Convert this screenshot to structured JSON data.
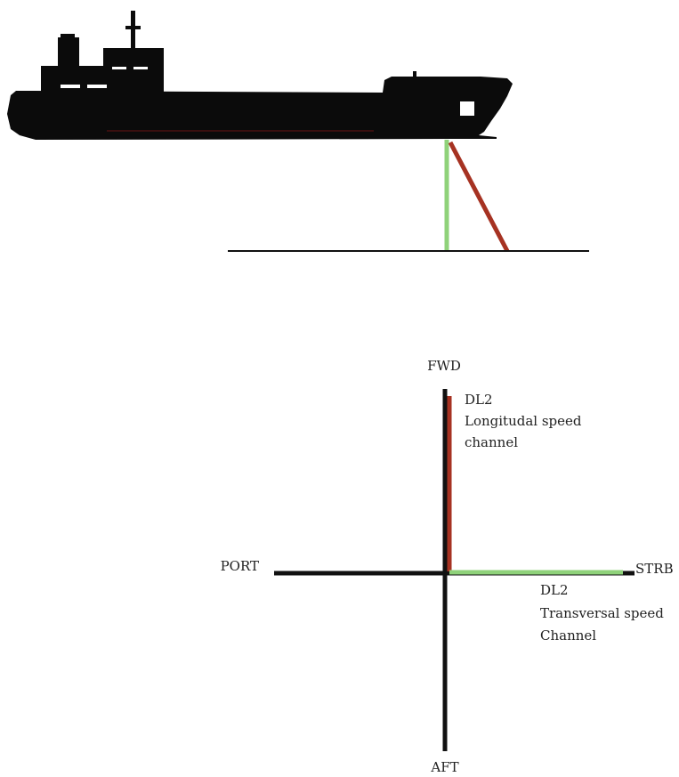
{
  "colors": {
    "ship": "#0b0b0b",
    "line": "#111111",
    "longitudinal_beam": "#a63222",
    "transversal_beam": "#8fd27a",
    "background": "#ffffff"
  },
  "labels": {
    "fwd": "FWD",
    "aft": "AFT",
    "port": "PORT",
    "strb": "STRB",
    "longitudinal": {
      "line1": "DL2",
      "line2": "Longitudal speed",
      "line3": "channel"
    },
    "transversal": {
      "line1": "DL2",
      "line2": "Transversal speed",
      "line3": "Channel"
    }
  }
}
